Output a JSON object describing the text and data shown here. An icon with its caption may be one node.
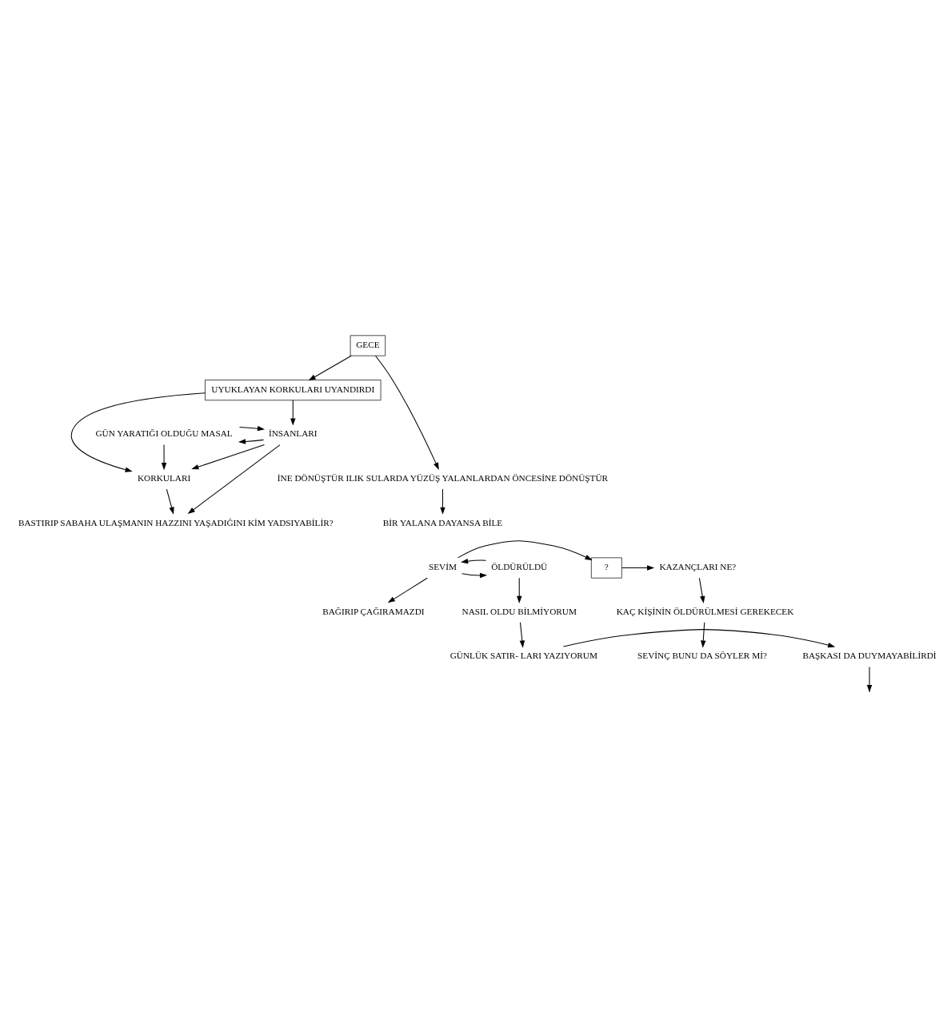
{
  "diagram": {
    "nodes": [
      {
        "text": [
          "GECE"
        ]
      },
      {
        "text": [
          "UYUKLAYAN KORKULARI UYANDIRDI"
        ]
      },
      {
        "text": [
          "İNSANLARI"
        ]
      },
      {
        "text": [
          "GÜN YARATIĞI OLDUĞU MASAL"
        ]
      },
      {
        "text": [
          "KORKULARI"
        ]
      },
      {
        "text": [
          "BASTIRIP SABAHA ULAŞMANIN HAZZINI YAŞADIĞINI KİM YADSIYABİLİR?"
        ]
      },
      {
        "text": [
          "İNE DÖNÜŞTÜR ILIK SULARDA YÜZÜŞ YALANLARDAN ÖNCESİNE DÖNÜŞTÜR"
        ]
      },
      {
        "text": [
          "BİR YALANA DAYANSA BİLE"
        ]
      },
      {
        "text": [
          "KAZANÇLARI NE?"
        ]
      },
      {
        "text": [
          "?"
        ]
      },
      {
        "text": [
          "SEVİM"
        ]
      },
      {
        "text": [
          "ÖLDÜRÜLDÜ"
        ]
      },
      {
        "text": [
          "BAĞIRIP ÇAĞIRAMAZDI"
        ]
      },
      {
        "text": [
          "KAÇ KİŞİNİN ÖLDÜRÜLMESİ GEREKECEK"
        ]
      },
      {
        "text": [
          "NASIL OLDU BİLMİYORUM"
        ]
      },
      {
        "text": [
          "BAŞKASI DA DUYMAYABİLİRDİ"
        ]
      },
      {
        "text": [
          "GÜNLÜK SATIR- LARI YAZIYORUM"
        ]
      },
      {
        "text": [
          "SEVİNÇ BUNU DA SÖYLER Mİ?"
        ]
      }
    ],
    "edges": [
      {
        "from": 0,
        "to": 1,
        "arrow": "to"
      },
      {
        "from": 0,
        "to": 6,
        "arrow": "to"
      },
      {
        "from": 1,
        "to": 2,
        "arrow": "to"
      },
      {
        "from": 1,
        "to": 4,
        "arrow": "to"
      },
      {
        "from": 2,
        "to": 3,
        "arrow": "to"
      },
      {
        "from": 3,
        "to": 2,
        "arrow": "to"
      },
      {
        "from": 2,
        "to": 4,
        "arrow": "to"
      },
      {
        "from": 3,
        "to": 4,
        "arrow": "to"
      },
      {
        "from": 4,
        "to": 5,
        "arrow": "to"
      },
      {
        "from": 2,
        "to": 5,
        "arrow": "to"
      },
      {
        "from": 6,
        "to": 7,
        "arrow": "to"
      },
      {
        "from": 10,
        "to": 9,
        "arrow": "to"
      },
      {
        "from": 9,
        "to": 8,
        "arrow": "to"
      },
      {
        "from": 10,
        "to": 11,
        "arrow": "to"
      },
      {
        "from": 11,
        "to": 10,
        "arrow": "to"
      },
      {
        "from": 10,
        "to": 12,
        "arrow": "to"
      },
      {
        "from": 11,
        "to": 14,
        "arrow": "to"
      },
      {
        "from": 14,
        "to": 16,
        "arrow": "to"
      },
      {
        "from": 16,
        "to": 15,
        "arrow": "to"
      },
      {
        "from": 15,
        "to": null,
        "arrow": "to"
      },
      {
        "from": 8,
        "to": 13,
        "arrow": "to"
      },
      {
        "from": 13,
        "to": 17,
        "arrow": "to"
      }
    ]
  }
}
